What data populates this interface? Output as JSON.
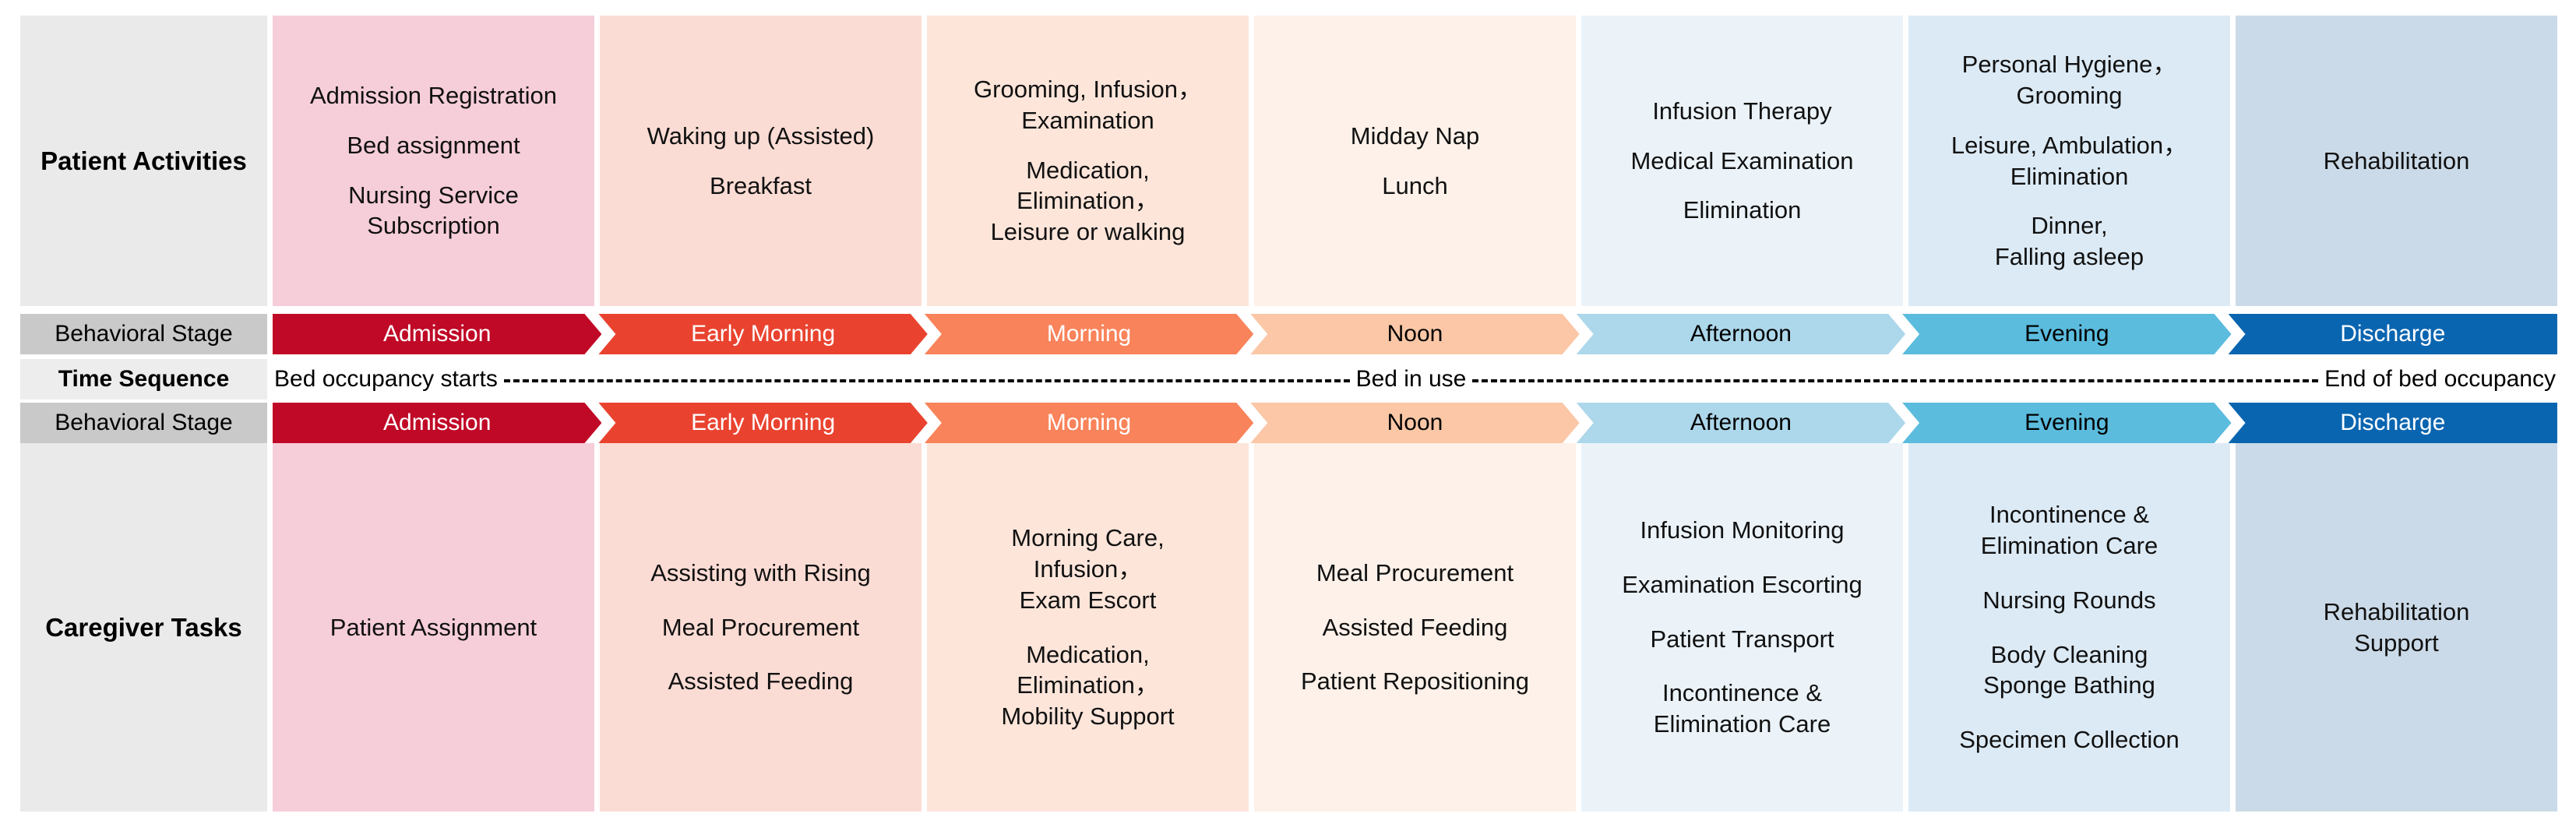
{
  "labels": {
    "patient_activities": "Patient Activities",
    "behavioral_stage": "Behavioral Stage",
    "time_sequence": "Time Sequence",
    "caregiver_tasks": "Caregiver Tasks"
  },
  "time_sequence": {
    "start": "Bed occupancy starts",
    "middle": "Bed in use",
    "end": "End of bed occupancy"
  },
  "stages": [
    {
      "name": "Admission",
      "fill": "#C00927",
      "text": "#FFFFFF",
      "panel": "#F6CEDA"
    },
    {
      "name": "Early Morning",
      "fill": "#E9432F",
      "text": "#FFFFFF",
      "panel": "#FBDCD4"
    },
    {
      "name": "Morning",
      "fill": "#F9835A",
      "text": "#FFFFFF",
      "panel": "#FDE5DA"
    },
    {
      "name": "Noon",
      "fill": "#FBC7A6",
      "text": "#000000",
      "panel": "#FDF1E9"
    },
    {
      "name": "Afternoon",
      "fill": "#ADD7EA",
      "text": "#000000",
      "panel": "#EBF3F9"
    },
    {
      "name": "Evening",
      "fill": "#5BBCDE",
      "text": "#000000",
      "panel": "#DCEAF5"
    },
    {
      "name": "Discharge",
      "fill": "#0A65B0",
      "text": "#FFFFFF",
      "panel": "#CBDAE8"
    }
  ],
  "patient_activities": [
    {
      "stage": "Admission",
      "groups": [
        "Admission Registration",
        "Bed assignment",
        "Nursing Service\nSubscription"
      ]
    },
    {
      "stage": "Early Morning",
      "groups": [
        "Waking up (Assisted)",
        "Breakfast"
      ]
    },
    {
      "stage": "Morning",
      "groups": [
        "Grooming, Infusion，\nExamination",
        "Medication,\nElimination，\nLeisure or walking"
      ]
    },
    {
      "stage": "Noon",
      "groups": [
        "Midday Nap",
        "Lunch"
      ]
    },
    {
      "stage": "Afternoon",
      "groups": [
        "Infusion Therapy",
        "Medical Examination",
        "Elimination"
      ]
    },
    {
      "stage": "Evening",
      "groups": [
        "Personal Hygiene，\nGrooming",
        "Leisure, Ambulation，\nElimination",
        "Dinner,\nFalling asleep"
      ]
    },
    {
      "stage": "Discharge",
      "groups": [
        "Rehabilitation"
      ]
    }
  ],
  "caregiver_tasks": [
    {
      "stage": "Admission",
      "groups": [
        "Patient Assignment"
      ]
    },
    {
      "stage": "Early Morning",
      "groups": [
        "Assisting with Rising",
        "Meal Procurement",
        "Assisted Feeding"
      ]
    },
    {
      "stage": "Morning",
      "groups": [
        "Morning Care,\nInfusion，\nExam Escort",
        "Medication,\nElimination，\nMobility Support"
      ]
    },
    {
      "stage": "Noon",
      "groups": [
        "Meal Procurement",
        "Assisted Feeding",
        "Patient Repositioning"
      ]
    },
    {
      "stage": "Afternoon",
      "groups": [
        "Infusion Monitoring",
        "Examination Escorting",
        "Patient Transport",
        "Incontinence &\nElimination Care"
      ]
    },
    {
      "stage": "Evening",
      "groups": [
        "Incontinence &\nElimination Care",
        "Nursing Rounds",
        "Body Cleaning\nSponge Bathing",
        "Specimen Collection"
      ]
    },
    {
      "stage": "Discharge",
      "groups": [
        "Rehabilitation\nSupport"
      ]
    }
  ],
  "colors": {
    "label_dark_gray": "#C9C9C9",
    "label_light_gray": "#EDEDED",
    "label_panel_gray": "#EAEAEA",
    "background": "#FFFFFF"
  }
}
